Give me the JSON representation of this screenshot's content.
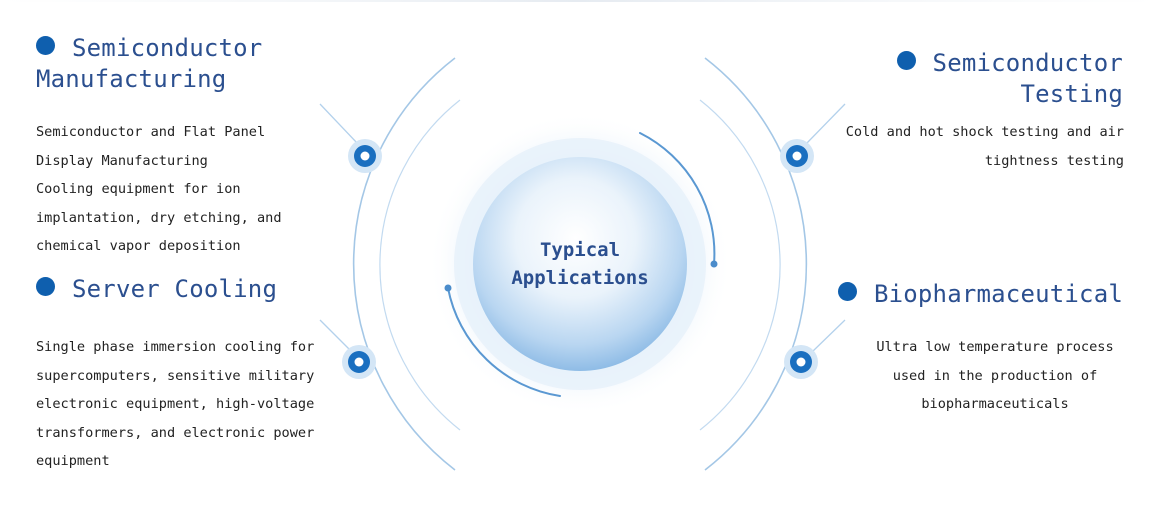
{
  "center": {
    "line1": "Typical",
    "line2": "Applications"
  },
  "sections": {
    "semiconductor_manufacturing": {
      "title_line1": "Semiconductor",
      "title_line2": "Manufacturing",
      "desc_lines": [
        "Semiconductor and Flat Panel",
        "Display Manufacturing",
        "Cooling equipment for ion",
        "implantation, dry etching, and",
        "chemical vapor deposition"
      ]
    },
    "semiconductor_testing": {
      "title_line1": "Semiconductor",
      "title_line2": "Testing",
      "desc_lines": [
        "Cold and hot shock testing and air",
        "tightness testing"
      ]
    },
    "server_cooling": {
      "title": "Server Cooling",
      "desc_lines": [
        "Single phase immersion cooling for",
        "supercomputers, sensitive military",
        "electronic equipment, high-voltage",
        "transformers, and electronic power",
        "equipment"
      ]
    },
    "biopharmaceutical": {
      "title": "Biopharmaceutical",
      "desc_lines": [
        "Ultra low temperature process",
        "used in the production of",
        "biopharmaceuticals"
      ]
    }
  },
  "colors": {
    "title_text": "#2b4f8f",
    "bullet": "#0f5fae",
    "ring": "#79aad8",
    "connector": "#a9cbe8",
    "node": "#1a6fc0",
    "body_text": "#222222"
  }
}
